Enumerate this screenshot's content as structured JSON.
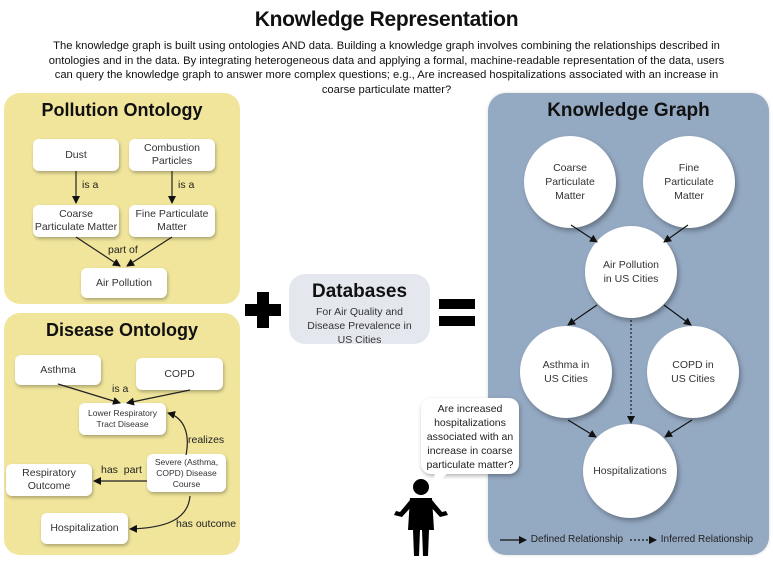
{
  "header": {
    "title": "Knowledge Representation",
    "description": "The knowledge graph is built using ontologies AND data. Building a knowledge graph involves combining the relationships described in ontologies and in the data. By integrating heterogeneous data and applying a formal, machine-readable representation of the data, users can query the knowledge graph to answer more complex questions; e.g., Are increased hospitalizations associated with an increase in coarse particulate matter?"
  },
  "colors": {
    "ontology_panel": "#f0e59b",
    "knowledge_graph_panel": "#94a9c2",
    "database_box": "#e4e7ee",
    "node": "#ffffff",
    "text": "#111111"
  },
  "pollution_ontology": {
    "title": "Pollution Ontology",
    "nodes": {
      "dust": "Dust",
      "combustion": "Combustion Particles",
      "coarse": "Coarse Particulate Matter",
      "fine": "Fine Particulate Matter",
      "air_pollution": "Air Pollution"
    },
    "edge_labels": {
      "is_a_left": "is a",
      "is_a_right": "is a",
      "part_of": "part of"
    }
  },
  "disease_ontology": {
    "title": "Disease Ontology",
    "nodes": {
      "asthma": "Asthma",
      "copd": "COPD",
      "lower_respiratory": "Lower Respiratory Tract Disease",
      "severe_course": "Severe (Asthma, COPD) Disease Course",
      "respiratory_outcome": "Respiratory Outcome",
      "hospitalization": "Hospitalization"
    },
    "edge_labels": {
      "is_a": "is a",
      "realizes": "realizes",
      "has_part": "has  part",
      "has_outcome": "has outcome"
    }
  },
  "operators": {
    "plus": "+",
    "equals": "="
  },
  "databases": {
    "title": "Databases",
    "subtitle": "For Air Quality and Disease Prevalence in US Cities"
  },
  "knowledge_graph": {
    "title": "Knowledge Graph",
    "nodes": {
      "coarse": "Coarse Particulate Matter",
      "fine": "Fine Particulate Matter",
      "air_pollution": "Air Pollution in US Cities",
      "asthma": "Asthma in US Cities",
      "copd": "COPD in US Cities",
      "hospitalizations": "Hospitalizations"
    },
    "legend": {
      "defined": "Defined Relationship",
      "inferred": "Inferred Relationship"
    }
  },
  "question_bubble": {
    "text": "Are increased hospitalizations associated with an increase in coarse particulate matter?"
  },
  "icons": {
    "person": "person-shrugging-icon"
  }
}
